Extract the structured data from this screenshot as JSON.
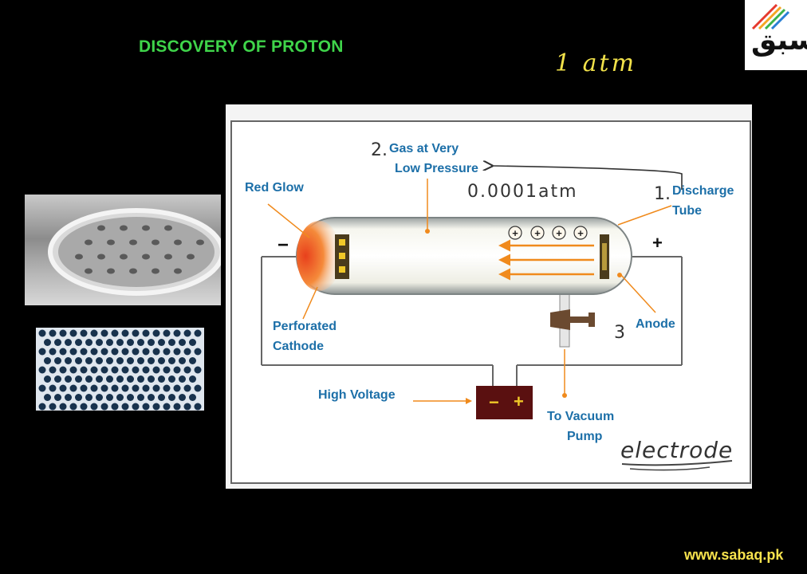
{
  "slide": {
    "title": "DISCOVERY OF PROTON",
    "top_note": "1 atm",
    "logo_text": "سبق",
    "website": "www.sabaq.pk"
  },
  "diagram": {
    "labels": {
      "gas": "Gas at Very",
      "gas2": "Low Pressure",
      "red_glow": "Red Glow",
      "discharge": "Discharge",
      "discharge2": "Tube",
      "perforated": "Perforated",
      "perforated2": "Cathode",
      "anode": "Anode",
      "high_voltage": "High Voltage",
      "vacuum": "To Vacuum",
      "vacuum2": "Pump",
      "minus": "−",
      "plus": "+"
    },
    "handwritten": {
      "num1": "1.",
      "num2": "2.",
      "num3": "3",
      "pressure": "0.0001atm",
      "electrode": "electrode"
    },
    "battery": {
      "minus": "−",
      "plus": "+"
    },
    "ion_charge": "+",
    "colors": {
      "label_blue": "#1c6fa8",
      "arrow_orange": "#f08a1c",
      "title_green": "#3fd44a",
      "note_yellow": "#f2e24a",
      "battery": "#5a1010"
    }
  }
}
